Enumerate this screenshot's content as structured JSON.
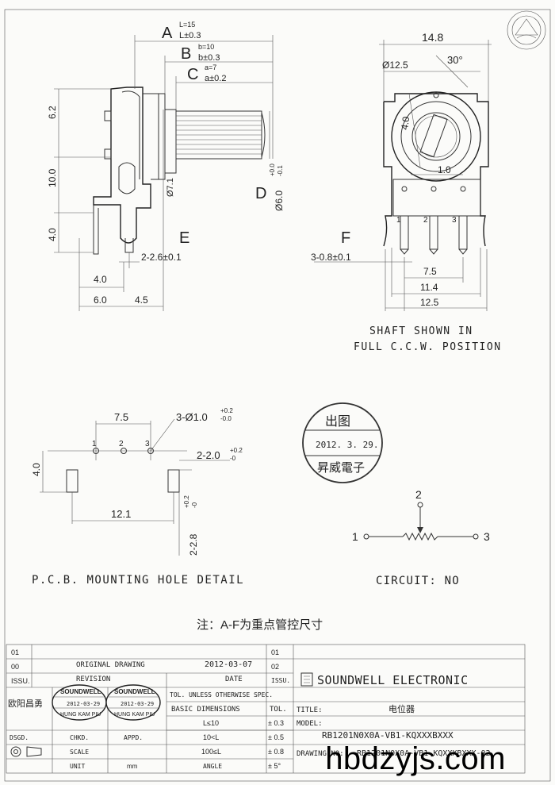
{
  "dims": {
    "A_letter": "A",
    "A_sub1": "L=15",
    "A_sub2": "L±0.3",
    "B_letter": "B",
    "B_sub1": "b=10",
    "B_sub2": "b±0.3",
    "C_letter": "C",
    "C_sub1": "a=7",
    "C_sub2": "a±0.2",
    "d_6_2": "6.2",
    "d_10_0": "10.0",
    "d_4_0_left": "4.0",
    "d_phi71": "Ø7.1",
    "D_letter": "D",
    "D_val": "Ø6.0",
    "D_tol_up": "+0.0",
    "D_tol_dn": "-0.1",
    "E_letter": "E",
    "E_val": "2-2.6±0.1",
    "d_4_0_bottom": "4.0",
    "d_6_0": "6.0",
    "d_4_5": "4.5",
    "d_14_8": "14.8",
    "d_phi125": "Ø12.5",
    "d_30deg": "30°",
    "d_4_0_knob": "4.0",
    "d_1_0": "1.0",
    "pin1": "1",
    "pin2": "2",
    "pin3": "3",
    "F_letter": "F",
    "F_val": "3-0.8±0.1",
    "d_7_5": "7.5",
    "d_11_4": "11.4",
    "d_12_5": "12.5"
  },
  "notes": {
    "shaft_line1": "SHAFT SHOWN IN",
    "shaft_line2": "FULL C.C.W. POSITION",
    "pcb_title": "P.C.B. MOUNTING HOLE DETAIL",
    "circuit_title": "CIRCUIT: NO",
    "cn_note": "注：A-F为重点管控尺寸"
  },
  "pcb": {
    "d_7_5": "7.5",
    "holes": "3-Ø1.0",
    "holes_up": "+0.2",
    "holes_dn": "-0.0",
    "pin1": "1",
    "pin2": "2",
    "pin3": "3",
    "d_2_0": "2-2.0",
    "d_2_0_up": "+0.2",
    "d_2_0_dn": "-0",
    "d_4_0": "4.0",
    "d_12_1": "12.1",
    "d_2_8": "2-2.8",
    "d_2_8_up": "+0.2",
    "d_2_8_dn": "-0"
  },
  "circuit": {
    "n1": "1",
    "n2": "2",
    "n3": "3"
  },
  "stamp": {
    "top": "出图",
    "date": "2012. 3. 29.",
    "bottom": "昇威電子"
  },
  "title_block": {
    "r01": "01",
    "r00": "00",
    "issu": "ISSU.",
    "rev02": "02",
    "rev01": "01",
    "original_drawing": "ORIGINAL DRAWING",
    "orig_date": "2012-03-07",
    "revision": "REVISION",
    "date": "DATE",
    "issu2": "ISSU.",
    "tol_title": "TOL. UNLESS OTHERWISE SPEC.",
    "basic_dims": "BASIC DIMENSIONS",
    "tol": "TOL.",
    "t1_range": "L≤10",
    "t1_tol": "± 0.3",
    "t2_range": "10<L",
    "t2_tol": "± 0.5",
    "t3_range": "100≤L",
    "t3_tol": "± 0.8",
    "angle": "ANGLE",
    "angle_tol": "± 5°",
    "designer": "欧阳昌勇",
    "dsgd": "DSGD.",
    "chkd": "CHKD.",
    "appd": "APPD.",
    "scale": "SCALE",
    "unit": "UNIT",
    "unit_val": "mm",
    "seal_top": "SOUNDWELL",
    "seal_date": "2012-03-29",
    "seal_bottom": "HUNG KAM PIU",
    "company": "SOUNDWELL  ELECTRONIC",
    "title_label": "TITLE:",
    "title_value": "电位器",
    "model_label": "MODEL:",
    "model_value": "RB1201N0X0A-VB1-KQXXXBXXX",
    "drawing_label": "DRAWING NO:",
    "drawing_value": "RB1201N0X0A-VB1-KQXXXBXXX-02",
    "watermark": "hbdzyjs.com"
  }
}
